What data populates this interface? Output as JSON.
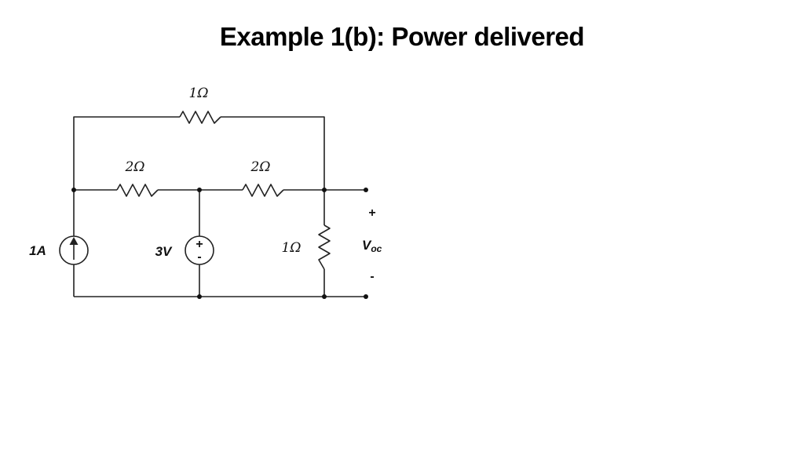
{
  "title": "Example 1(b): Power delivered",
  "circuit": {
    "r_top": "1Ω",
    "r_left": "2Ω",
    "r_mid": "2Ω",
    "r_right": "1Ω",
    "current_source": "1A",
    "voltage_source": "3V",
    "vsrc_plus": "+",
    "vsrc_minus": "-",
    "output": {
      "plus": "+",
      "minus": "-",
      "v_main": "V",
      "v_sub": "oc"
    }
  }
}
